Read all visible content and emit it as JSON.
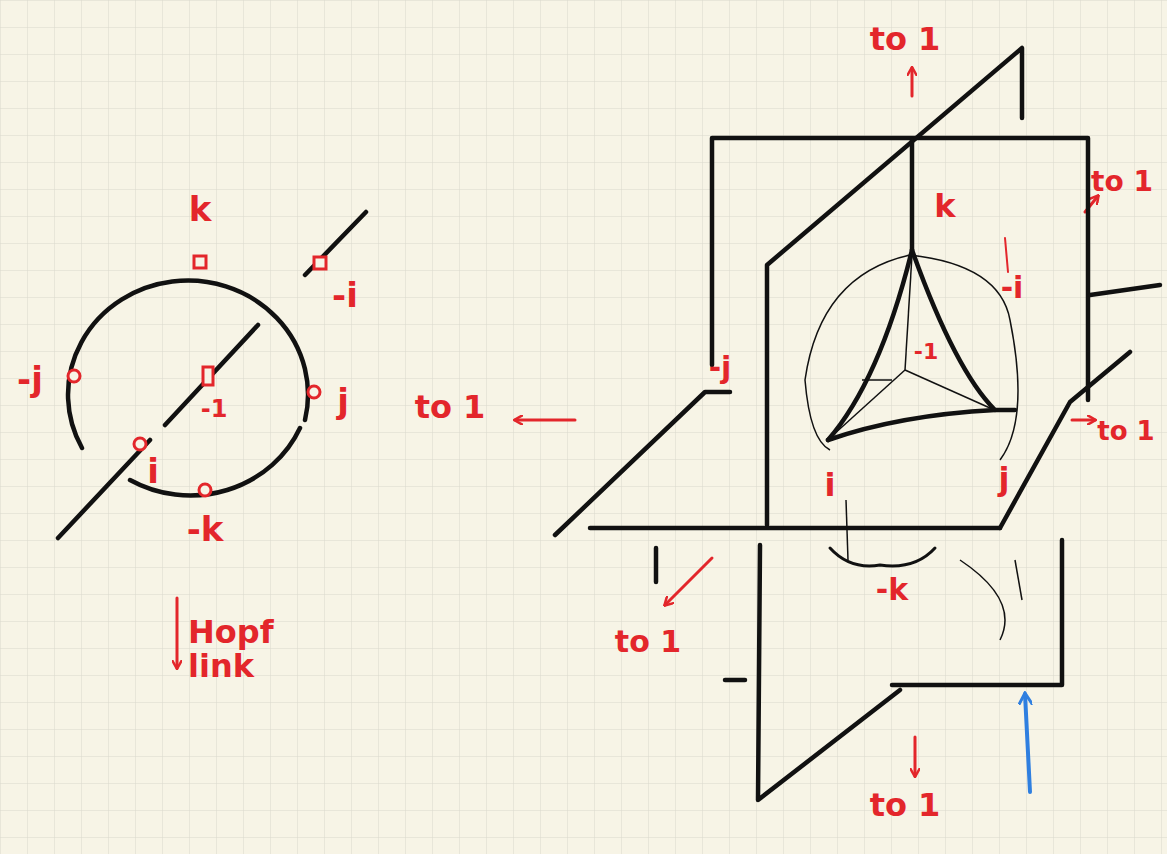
{
  "diagram": {
    "labels": [
      "k",
      "-i",
      "-j",
      "j",
      "-1",
      "i",
      "-k",
      "Hopf link",
      "to 1",
      "to 1",
      "k",
      "-i",
      "-1",
      "-j",
      "i",
      "j",
      "-k",
      "to 1",
      "to 1",
      "to 1",
      "to 1"
    ]
  }
}
